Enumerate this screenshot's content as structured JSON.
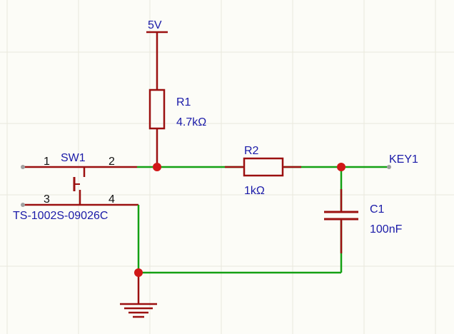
{
  "colors": {
    "background": "#fcfcf7",
    "grid": "#e9e8dc",
    "component": "#9b1010",
    "wire": "#14a014",
    "junction": "#d01818",
    "label": "#1a1aa8",
    "endpoint": "#a0a0a0"
  },
  "power": {
    "label": "5V"
  },
  "net": {
    "label": "KEY1"
  },
  "r1": {
    "ref": "R1",
    "value": "4.7kΩ"
  },
  "r2": {
    "ref": "R2",
    "value": "1kΩ"
  },
  "c1": {
    "ref": "C1",
    "value": "100nF"
  },
  "sw1": {
    "ref": "SW1",
    "part": "TS-1002S-09026C",
    "pins": [
      "1",
      "2",
      "3",
      "4"
    ]
  },
  "ground": {
    "icon": "ground-icon"
  }
}
